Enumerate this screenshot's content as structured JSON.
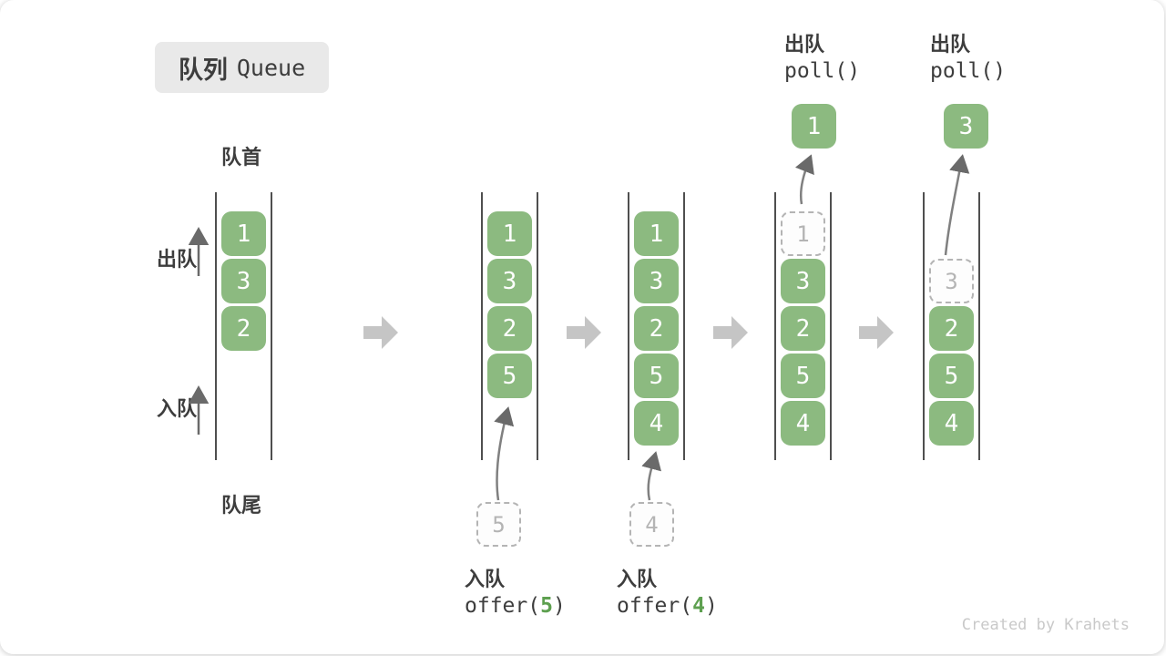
{
  "badge": {
    "zh": "队列",
    "en": "Queue"
  },
  "side_labels": {
    "front": "队首",
    "rear": "队尾",
    "dequeue": "出队",
    "enqueue": "入队"
  },
  "columns": [
    {
      "slots": [
        {
          "v": "1",
          "t": "green"
        },
        {
          "v": "3",
          "t": "green"
        },
        {
          "v": "2",
          "t": "green"
        }
      ]
    },
    {
      "slots": [
        {
          "v": "1",
          "t": "green"
        },
        {
          "v": "3",
          "t": "green"
        },
        {
          "v": "2",
          "t": "green"
        },
        {
          "v": "5",
          "t": "green"
        }
      ],
      "staged": "5"
    },
    {
      "slots": [
        {
          "v": "1",
          "t": "green"
        },
        {
          "v": "3",
          "t": "green"
        },
        {
          "v": "2",
          "t": "green"
        },
        {
          "v": "5",
          "t": "green"
        },
        {
          "v": "4",
          "t": "green"
        }
      ],
      "staged": "4"
    },
    {
      "slots": [
        {
          "v": "1",
          "t": "ghost"
        },
        {
          "v": "3",
          "t": "green"
        },
        {
          "v": "2",
          "t": "green"
        },
        {
          "v": "5",
          "t": "green"
        },
        {
          "v": "4",
          "t": "green"
        }
      ],
      "popped": "1"
    },
    {
      "slots": [
        {
          "v": "",
          "t": "empty"
        },
        {
          "v": "3",
          "t": "ghost"
        },
        {
          "v": "2",
          "t": "green"
        },
        {
          "v": "5",
          "t": "green"
        },
        {
          "v": "4",
          "t": "green"
        }
      ],
      "popped": "3"
    }
  ],
  "ops": {
    "enq5": {
      "label": "入队",
      "fn": "offer(",
      "arg": "5",
      "close": ")"
    },
    "enq4": {
      "label": "入队",
      "fn": "offer(",
      "arg": "4",
      "close": ")"
    },
    "deq1": {
      "label": "出队",
      "fn": "poll()"
    },
    "deq3": {
      "label": "出队",
      "fn": "poll()"
    }
  },
  "watermark": "Created by Krahets",
  "colors": {
    "cell_green": "#8cba80",
    "arg_green": "#5ea050",
    "block_arrow_gray": "#c5c5c5",
    "thin_arrow_gray": "#6a6a6a",
    "channel_line": "#4f4f4f",
    "ghost_gray": "#b4b4b4",
    "text_dark": "#3d3d3d",
    "badge_bg": "#e9e9e9",
    "watermark_gray": "#c9c9c9"
  }
}
